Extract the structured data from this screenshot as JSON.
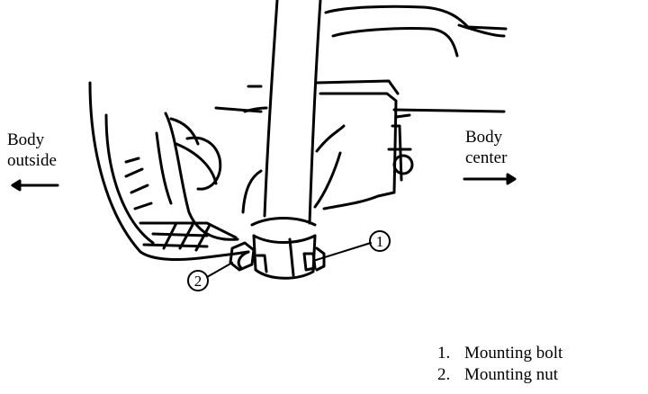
{
  "directions": {
    "outside": {
      "line1": "Body",
      "line2": "outside"
    },
    "center": {
      "line1": "Body",
      "line2": "center"
    }
  },
  "callouts": [
    {
      "number": "1"
    },
    {
      "number": "2"
    }
  ],
  "legend": [
    {
      "number": "1.",
      "text": "Mounting bolt"
    },
    {
      "number": "2.",
      "text": "Mounting nut"
    }
  ]
}
